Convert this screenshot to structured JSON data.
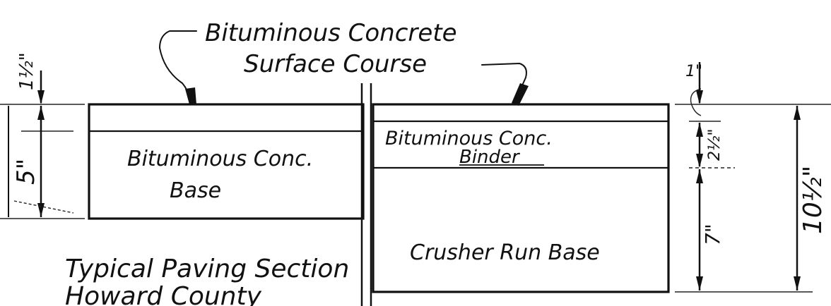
{
  "callout": {
    "line1": "Bituminous Concrete",
    "line2": "Surface Course"
  },
  "left_section": {
    "base_label_line1": "Bituminous Conc.",
    "base_label_line2": "Base",
    "dim_top": "1½\"",
    "dim_total": "5\""
  },
  "right_section": {
    "binder_label_line1": "Bituminous Conc.",
    "binder_label_line2": "Binder",
    "base_label": "Crusher Run Base",
    "dim_top": "1\"",
    "dim_binder": "2½\"",
    "dim_base": "7\"",
    "dim_total": "10½\""
  },
  "caption": {
    "line1": "Typical Paving Section",
    "line2": "Howard County"
  }
}
